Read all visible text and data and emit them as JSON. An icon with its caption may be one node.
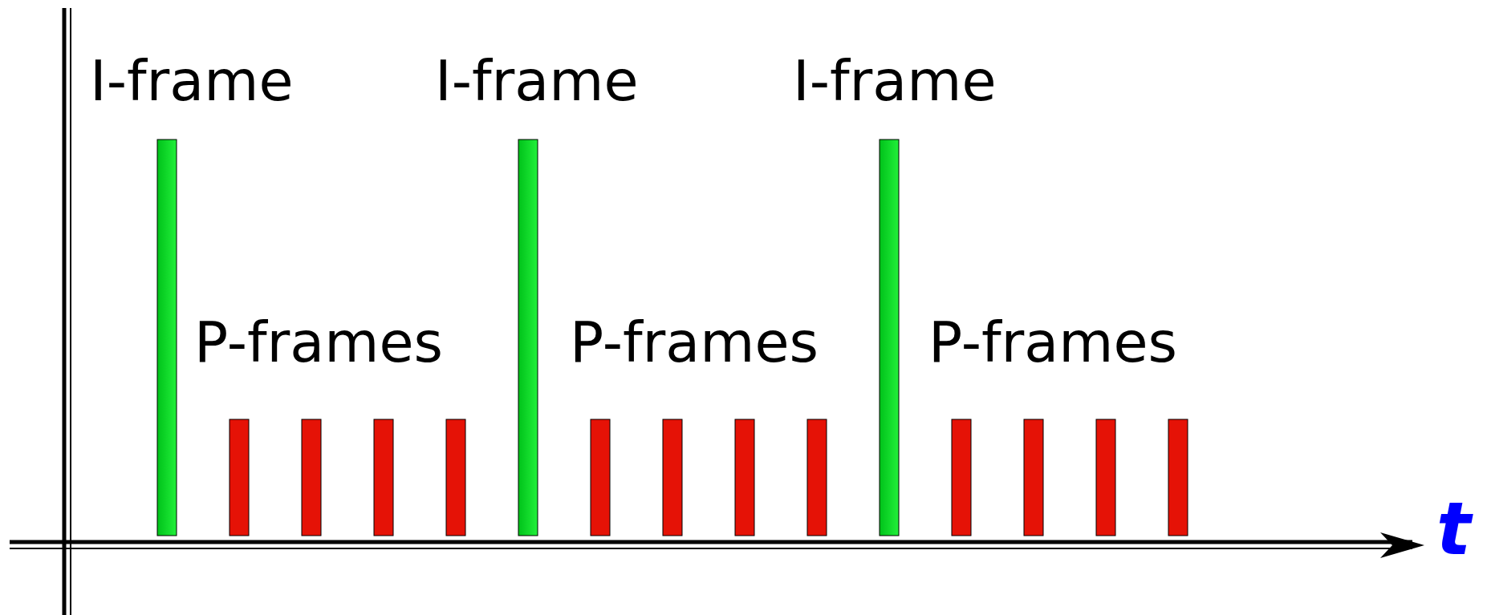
{
  "diagram": {
    "labels": [
      "I-frame",
      "I-frame",
      "I-frame",
      "P-frames",
      "P-frames",
      "P-frames",
      "t"
    ]
  }
}
